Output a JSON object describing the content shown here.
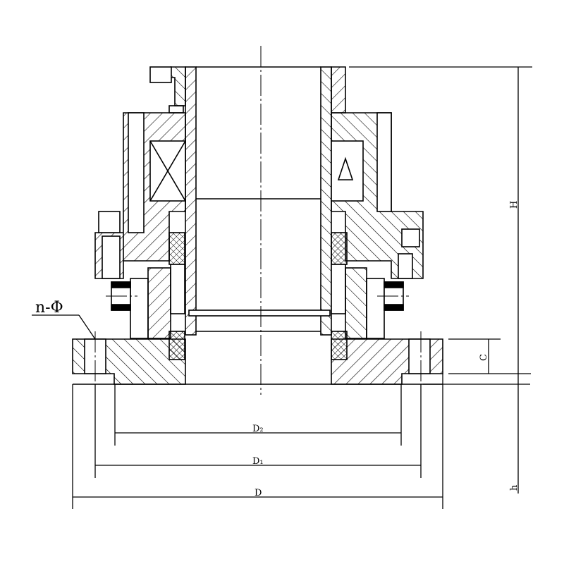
{
  "drawing": {
    "title": "Mechanical seal assembly cross-section",
    "labels": {
      "hole_spec": "n-Φ",
      "d2": "D₂",
      "d1": "D₁",
      "d": "D",
      "h_upper": "H",
      "c": "C",
      "h_lower": "h"
    },
    "colors": {
      "line": "#000000",
      "background": "#ffffff"
    }
  }
}
